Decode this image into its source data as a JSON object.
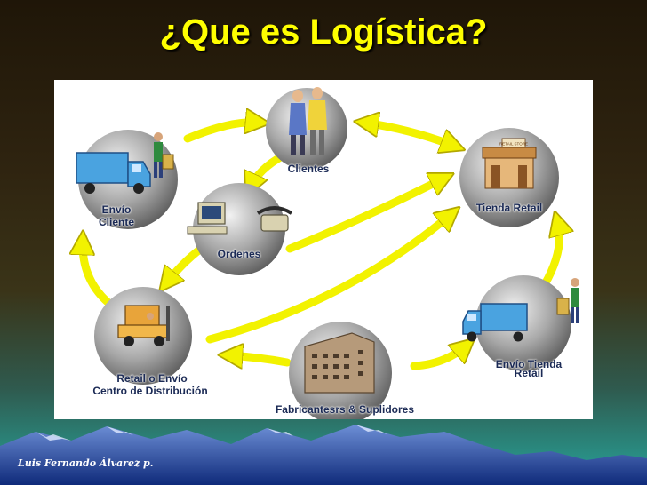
{
  "slide": {
    "title": "¿Que es Logística?",
    "author": "Luis Fernando Álvarez p."
  },
  "diagram": {
    "nodes": {
      "clientes": "Clientes",
      "envio_cliente_line1": "Envío",
      "envio_cliente_line2": "Cliente",
      "ordenes": "Ordenes",
      "tienda_retail": "Tienda Retail",
      "retail_envio_line1": "Retail o Envío",
      "retail_envio_line2": "Centro de Distribución",
      "fabricantes": "Fabricantesrs & Suplidores",
      "envio_tienda_line1": "Envío Tienda",
      "envio_tienda_line2": "Retail"
    },
    "store_sign": "RETAIL STORE"
  },
  "colors": {
    "title": "#ffff00",
    "arrow": "#f2f200",
    "node_circle": "#9a9a9a",
    "label": "#1b2a55"
  }
}
